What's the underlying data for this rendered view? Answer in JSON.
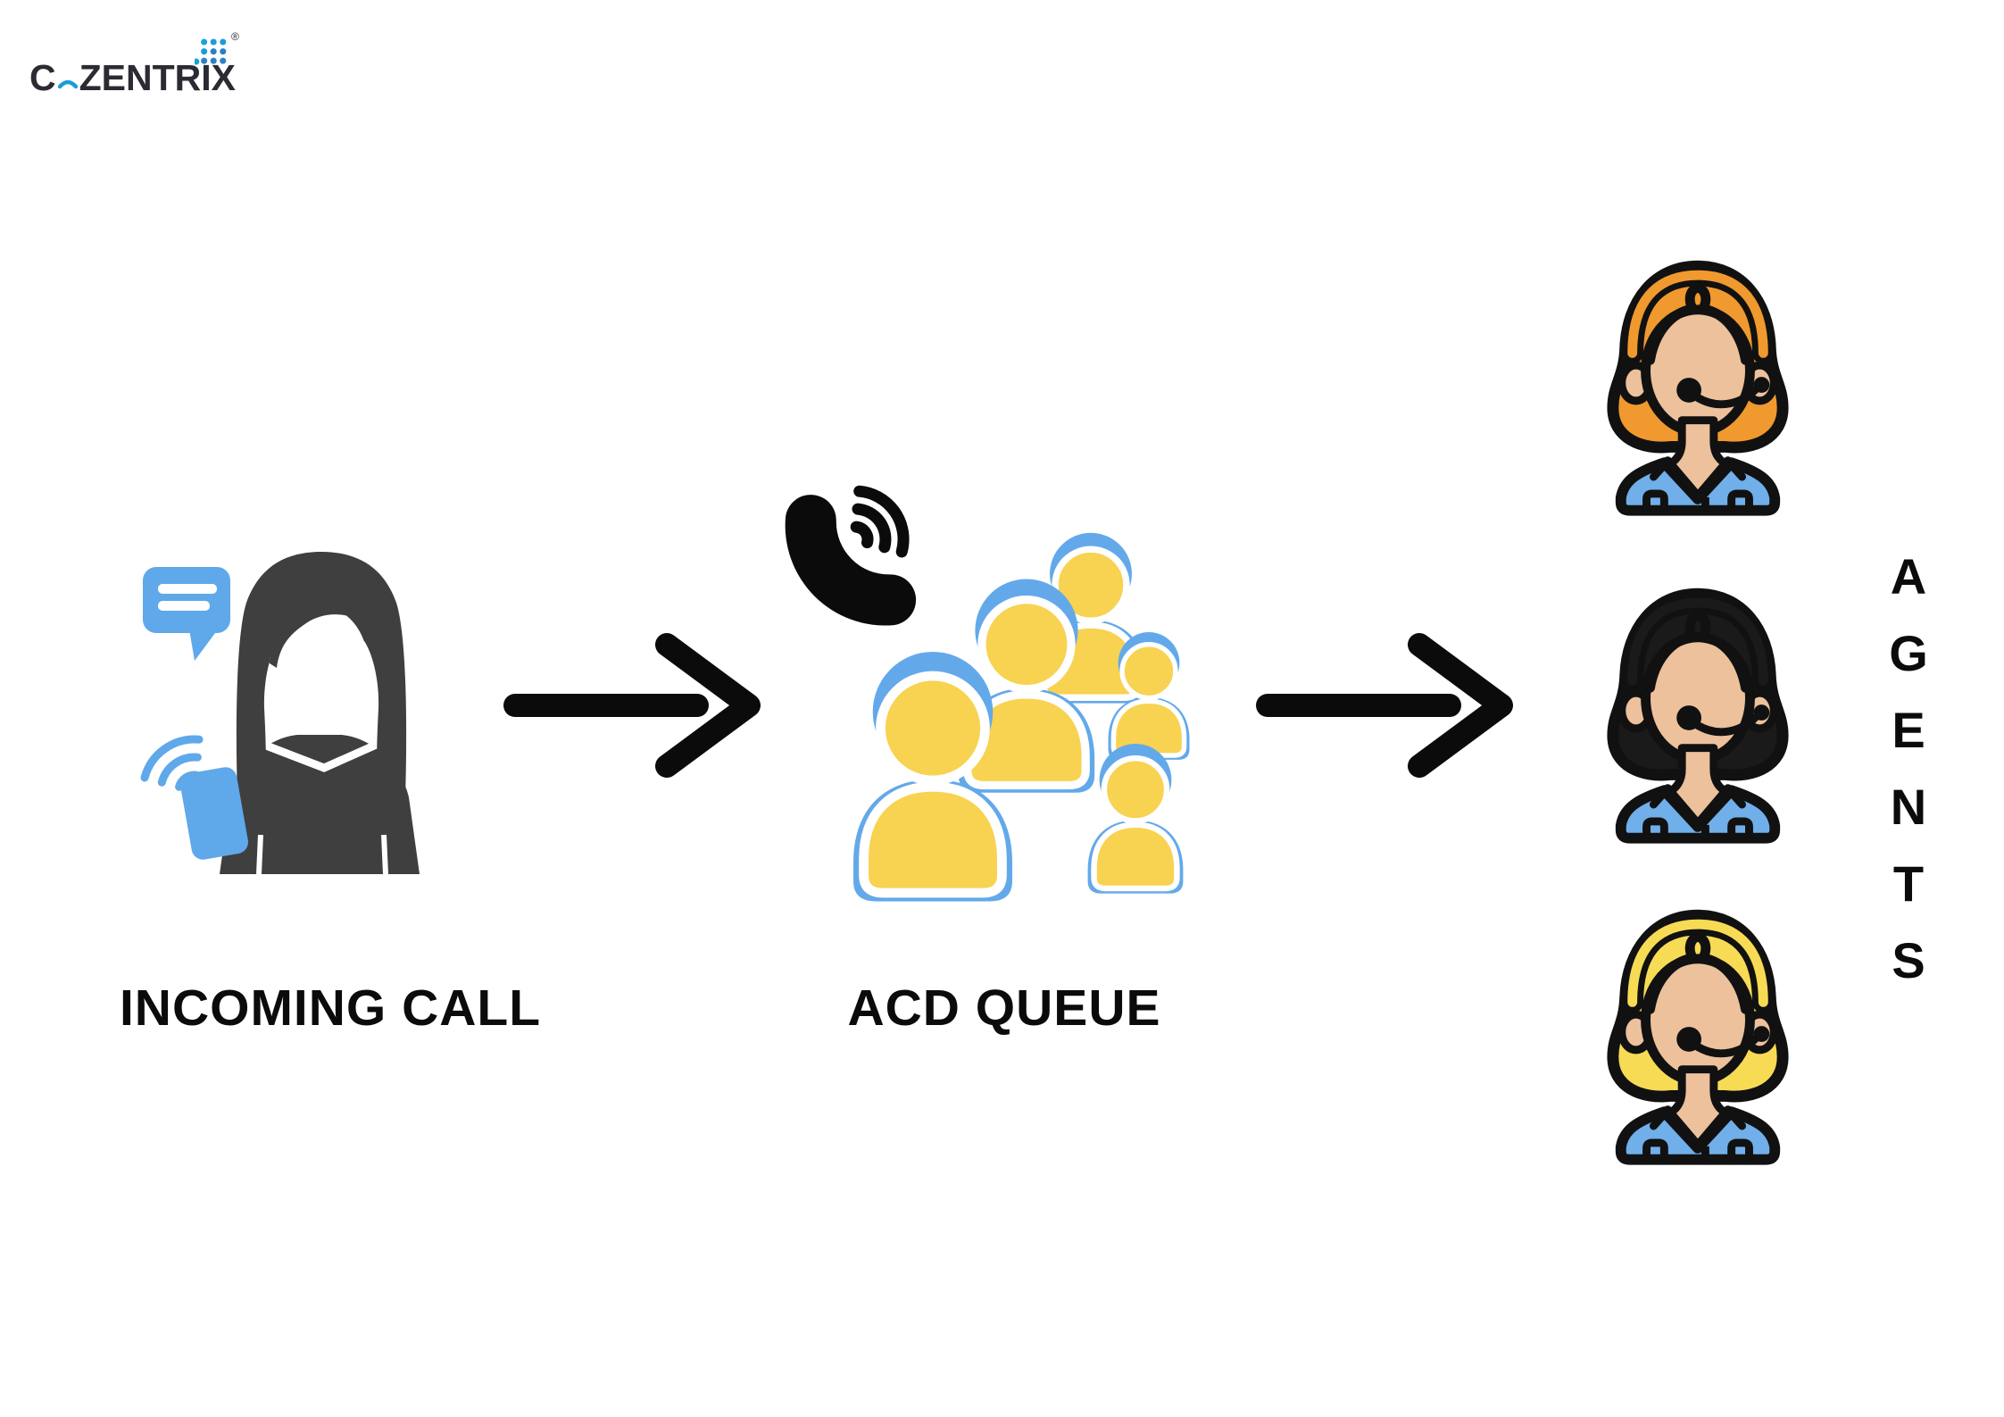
{
  "brand": {
    "name_prefix": "C",
    "name_suffix": "ZENTRIX",
    "registered_mark": "®"
  },
  "flow": {
    "step1_label": "INCOMING CALL",
    "step2_label": "ACD QUEUE",
    "step3_label": "AGENTS"
  },
  "icons": {
    "logo_dot_matrix": "dot-matrix-icon",
    "logo_handset_dash": "handset-dash-icon",
    "incoming_call": "woman-on-phone-icon",
    "speech_bubble": "speech-bubble-icon",
    "signal_waves": "signal-waves-icon",
    "mobile_phone": "mobile-phone-icon",
    "ringing_phone": "ringing-phone-icon",
    "people_queue": "people-queue-icon",
    "flow_arrow": "right-arrow-icon",
    "agent_orange_hair": "support-agent-icon",
    "agent_black_hair": "support-agent-icon",
    "agent_blonde_hair": "support-agent-icon"
  },
  "colors": {
    "background": "#ffffff",
    "accent_blue": "#5fa8ea",
    "queue_yellow": "#f8d251",
    "silhouette_gray": "#3f3f3f",
    "outline_black": "#111111",
    "label_black": "#0b0b0b",
    "agent_skin": "#ecc19c",
    "agent_shirt_blue": "#70afe9",
    "hair_orange": "#f0992f",
    "hair_black": "#1a1a1a",
    "hair_blonde": "#f8db55",
    "logo_text": "#2b2b34",
    "logo_dot_blue": "#1b9cd8",
    "logo_dot_deep_blue": "#2b80c6"
  }
}
